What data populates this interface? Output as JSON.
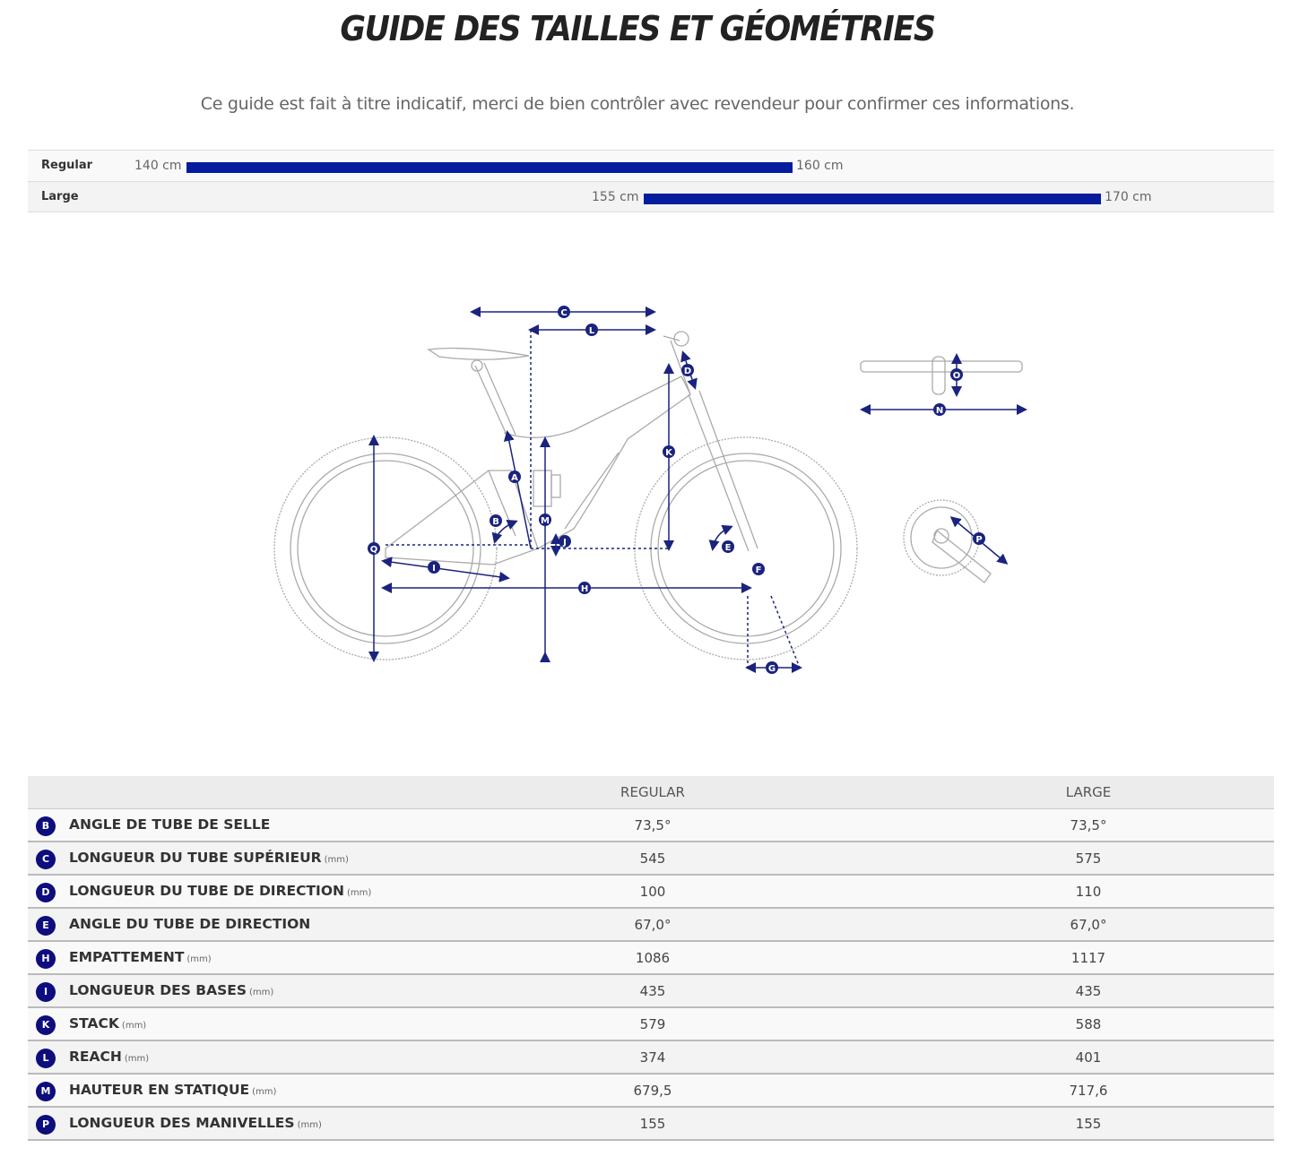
{
  "page": {
    "title": "GUIDE DES TAILLES ET GÉOMÉTRIES",
    "subtitle": "Ce guide est fait à titre indicatif, merci de bien contrôler avec revendeur pour confirmer ces informations."
  },
  "size_guide": [
    {
      "label": "Regular",
      "min": "140 cm",
      "max": "160 cm"
    },
    {
      "label": "Large",
      "min": "155 cm",
      "max": "170 cm"
    }
  ],
  "colors": {
    "accent": "#051c9e",
    "badge": "#0d0d7e",
    "line_art": "#aaaaaa",
    "diagram_blue": "#1a237e"
  },
  "diagram": {
    "markers": [
      "A",
      "B",
      "C",
      "D",
      "E",
      "F",
      "G",
      "H",
      "I",
      "J",
      "K",
      "L",
      "M",
      "N",
      "O",
      "P",
      "Q"
    ]
  },
  "geometry": {
    "columns": [
      "",
      "REGULAR",
      "LARGE"
    ],
    "rows": [
      {
        "letter": "B",
        "label": "ANGLE DE TUBE DE SELLE",
        "unit": "",
        "regular": "73,5°",
        "large": "73,5°"
      },
      {
        "letter": "C",
        "label": "LONGUEUR DU TUBE SUPÉRIEUR",
        "unit": "(mm)",
        "regular": "545",
        "large": "575"
      },
      {
        "letter": "D",
        "label": "LONGUEUR DU TUBE DE DIRECTION",
        "unit": "(mm)",
        "regular": "100",
        "large": "110"
      },
      {
        "letter": "E",
        "label": "ANGLE DU TUBE DE DIRECTION",
        "unit": "",
        "regular": "67,0°",
        "large": "67,0°"
      },
      {
        "letter": "H",
        "label": "EMPATTEMENT",
        "unit": "(mm)",
        "regular": "1086",
        "large": "1117"
      },
      {
        "letter": "I",
        "label": "LONGUEUR DES BASES",
        "unit": "(mm)",
        "regular": "435",
        "large": "435"
      },
      {
        "letter": "K",
        "label": "STACK",
        "unit": "(mm)",
        "regular": "579",
        "large": "588"
      },
      {
        "letter": "L",
        "label": "REACH",
        "unit": "(mm)",
        "regular": "374",
        "large": "401"
      },
      {
        "letter": "M",
        "label": "HAUTEUR EN STATIQUE",
        "unit": "(mm)",
        "regular": "679,5",
        "large": "717,6"
      },
      {
        "letter": "P",
        "label": "LONGUEUR DES MANIVELLES",
        "unit": "(mm)",
        "regular": "155",
        "large": "155"
      }
    ]
  }
}
